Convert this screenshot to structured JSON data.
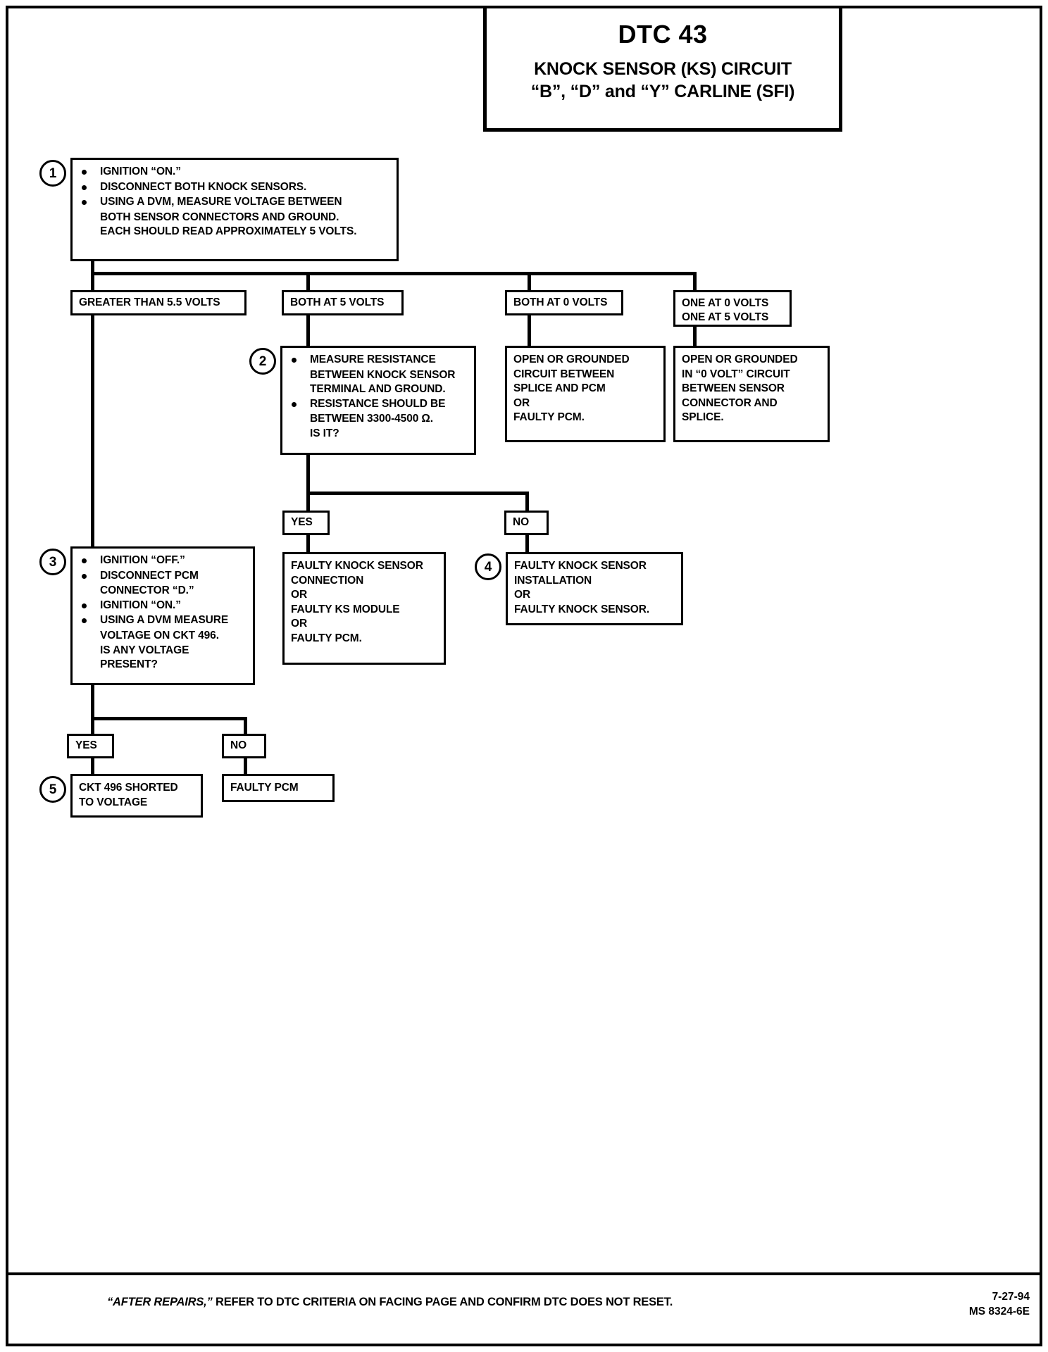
{
  "title": {
    "dtc": "DTC 43",
    "line1": "KNOCK SENSOR (KS) CIRCUIT",
    "line2": "“B”, “D” and “Y”  CARLINE  (SFI)"
  },
  "steps": {
    "one": "1",
    "two": "2",
    "three": "3",
    "four": "4",
    "five": "5"
  },
  "box1": {
    "b1": "IGNITION “ON.”",
    "b2": "DISCONNECT BOTH KNOCK SENSORS.",
    "b3": "USING A DVM, MEASURE VOLTAGE BETWEEN",
    "b3c1": "BOTH SENSOR CONNECTORS AND GROUND.",
    "b3c2": "EACH SHOULD READ APPROXIMATELY 5 VOLTS."
  },
  "branches": {
    "greater": "GREATER THAN 5.5  VOLTS",
    "both5": "BOTH AT 5 VOLTS",
    "both0": "BOTH AT 0 VOLTS",
    "one0_l1": "ONE AT 0 VOLTS",
    "one0_l2": "ONE AT 5 VOLTS"
  },
  "box2": {
    "b1": "MEASURE RESISTANCE",
    "b1c1": "BETWEEN KNOCK SENSOR",
    "b1c2": "TERMINAL AND GROUND.",
    "b2": "RESISTANCE SHOULD BE",
    "b2c1": "BETWEEN 3300-4500 Ω.",
    "b2c2": "IS IT?"
  },
  "box_both0": {
    "l1": "OPEN OR GROUNDED",
    "l2": "CIRCUIT BETWEEN",
    "l3": "SPLICE AND PCM",
    "l4": "OR",
    "l5": "FAULTY PCM."
  },
  "box_one0": {
    "l1": "OPEN OR GROUNDED",
    "l2": "IN “0 VOLT” CIRCUIT",
    "l3": "BETWEEN SENSOR",
    "l4": "CONNECTOR AND",
    "l5": "SPLICE."
  },
  "yesno": {
    "yes2": "YES",
    "no2": "NO",
    "yes3": "YES",
    "no3": "NO"
  },
  "box_yes2": {
    "l1": "FAULTY KNOCK SENSOR",
    "l2": "CONNECTION",
    "l3": "OR",
    "l4": "FAULTY KS MODULE",
    "l5": "OR",
    "l6": "FAULTY PCM."
  },
  "box_no2": {
    "l1": "FAULTY KNOCK SENSOR",
    "l2": "INSTALLATION",
    "l3": "OR",
    "l4": "FAULTY KNOCK SENSOR."
  },
  "box3": {
    "b1": "IGNITION “OFF.”",
    "b2": "DISCONNECT PCM",
    "b2c": "CONNECTOR “D.”",
    "b3": "IGNITION “ON.”",
    "b4": "USING A DVM MEASURE",
    "b4c1": "VOLTAGE ON CKT 496.",
    "b4c2": "IS ANY VOLTAGE",
    "b4c3": "PRESENT?"
  },
  "box_yes3": {
    "l1": "CKT 496 SHORTED",
    "l2": "TO VOLTAGE"
  },
  "box_no3": {
    "l1": "FAULTY PCM"
  },
  "footer": {
    "quote": "“AFTER REPAIRS,”",
    "rest": " REFER TO DTC CRITERIA ON FACING PAGE AND CONFIRM DTC DOES NOT RESET.",
    "date": "7-27-94",
    "code": "MS 8324-6E"
  }
}
